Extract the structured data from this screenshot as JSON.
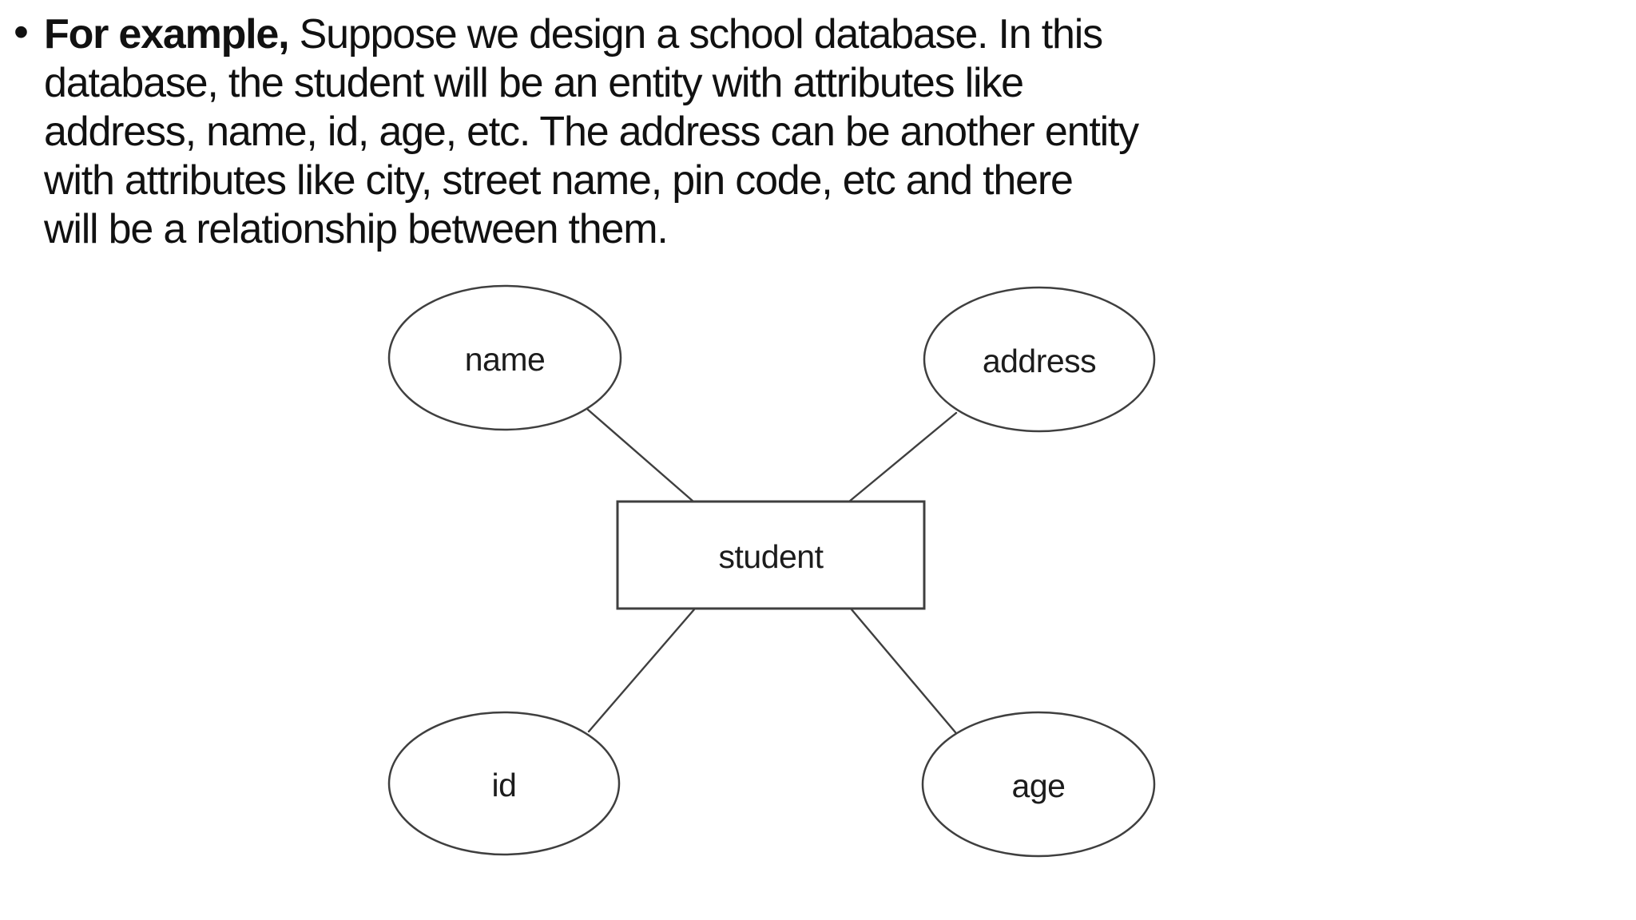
{
  "slide": {
    "background_color": "#ffffff",
    "text_color": "#111111"
  },
  "paragraph": {
    "bullet": "•",
    "bold_lead": "For example,",
    "line1_rest": " Suppose we design a school database. In this",
    "line2": "database, the student will be an entity with attributes like",
    "line3": "address, name, id, age, etc. The address can be another entity",
    "line4": "with attributes like city, street name, pin code, etc and there",
    "line5": "will be a relationship between them."
  },
  "diagram": {
    "type": "entity-relationship",
    "stroke_color": "#3f3f3f",
    "label_color": "#1c1c1c",
    "entity": {
      "label": "student",
      "shape": "rectangle"
    },
    "attributes": [
      {
        "label": "name",
        "shape": "ellipse",
        "position": "top-left"
      },
      {
        "label": "address",
        "shape": "ellipse",
        "position": "top-right"
      },
      {
        "label": "id",
        "shape": "ellipse",
        "position": "bottom-left"
      },
      {
        "label": "age",
        "shape": "ellipse",
        "position": "bottom-right"
      }
    ],
    "connections": [
      {
        "from": "name",
        "to": "student"
      },
      {
        "from": "address",
        "to": "student"
      },
      {
        "from": "id",
        "to": "student"
      },
      {
        "from": "age",
        "to": "student"
      }
    ]
  }
}
